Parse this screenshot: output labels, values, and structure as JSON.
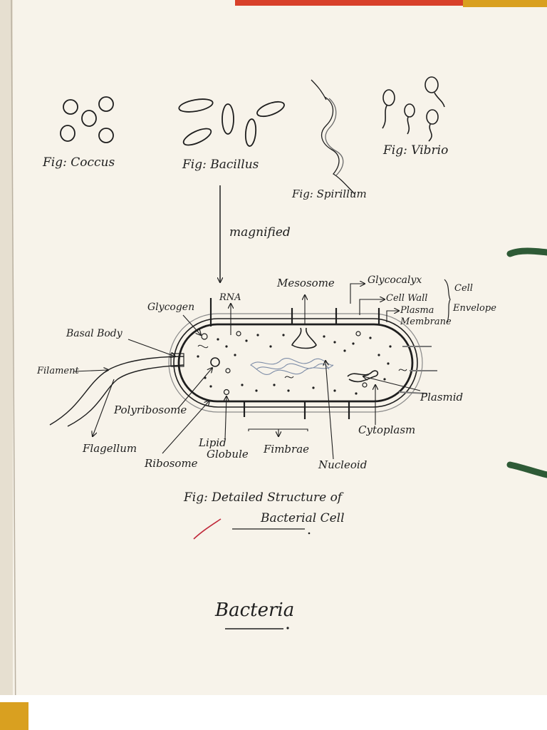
{
  "shapes": {
    "coccus": "Fig: Coccus",
    "bacillus": "Fig: Bacillus",
    "spirillum": "Fig: Spirillum",
    "vibrio": "Fig: Vibrio"
  },
  "arrow_label": "magnified",
  "labels": {
    "mesosome": "Mesosome",
    "glycocalyx": "Glycocalyx",
    "cell_wall": "Cell Wall",
    "plasma_membrane_1": "Plasma",
    "plasma_membrane_2": "Membrane",
    "cell_envelope_1": "Cell",
    "cell_envelope_2": "Envelope",
    "rna": "RNA",
    "glycogen": "Glycogen",
    "basal_body": "Basal Body",
    "filament": "Filament",
    "polyribosome": "Polyribosome",
    "flagellum": "Flagellum",
    "ribosome": "Ribosome",
    "lipid_globule_1": "Lipid",
    "lipid_globule_2": "Globule",
    "fimbrae": "Fimbrae",
    "nucleoid": "Nucleoid",
    "cytoplasm": "Cytoplasm",
    "plasmid": "Plasmid"
  },
  "caption": {
    "line1": "Fig: Detailed Structure of",
    "line2": "Bacterial Cell"
  },
  "page_title": "Bacteria",
  "colors": {
    "paper": "#f7f3ea",
    "ink": "#1e1e1e",
    "red_mark": "#c0283a",
    "string": "#2e5a36",
    "top_band": "#d8402a"
  }
}
